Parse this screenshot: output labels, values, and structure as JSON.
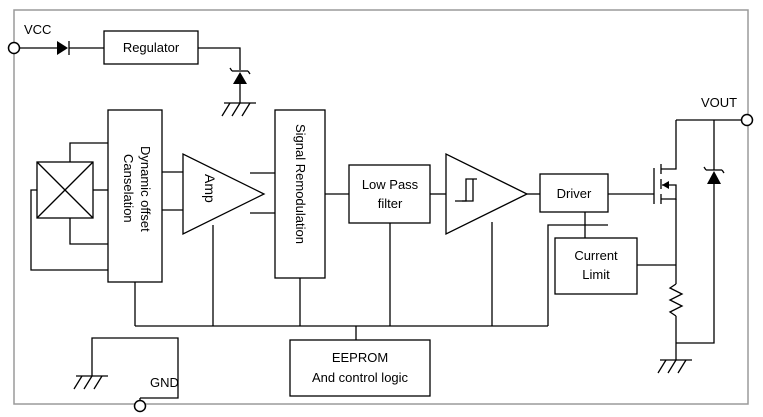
{
  "pins": {
    "vcc": "VCC",
    "vout": "VOUT",
    "gnd": "GND"
  },
  "blocks": {
    "regulator": "Regulator",
    "dynamic_offset_line1": "Dynamic offset",
    "dynamic_offset_line2": "Canselation",
    "amp": "Amp",
    "signal_remodulation": "Signal Remodulation",
    "low_pass_line1": "Low Pass",
    "low_pass_line2": "filter",
    "driver": "Driver",
    "current_limit_line1": "Current",
    "current_limit_line2": "Limit",
    "eeprom_line1": "EEPROM",
    "eeprom_line2": "And control logic"
  }
}
